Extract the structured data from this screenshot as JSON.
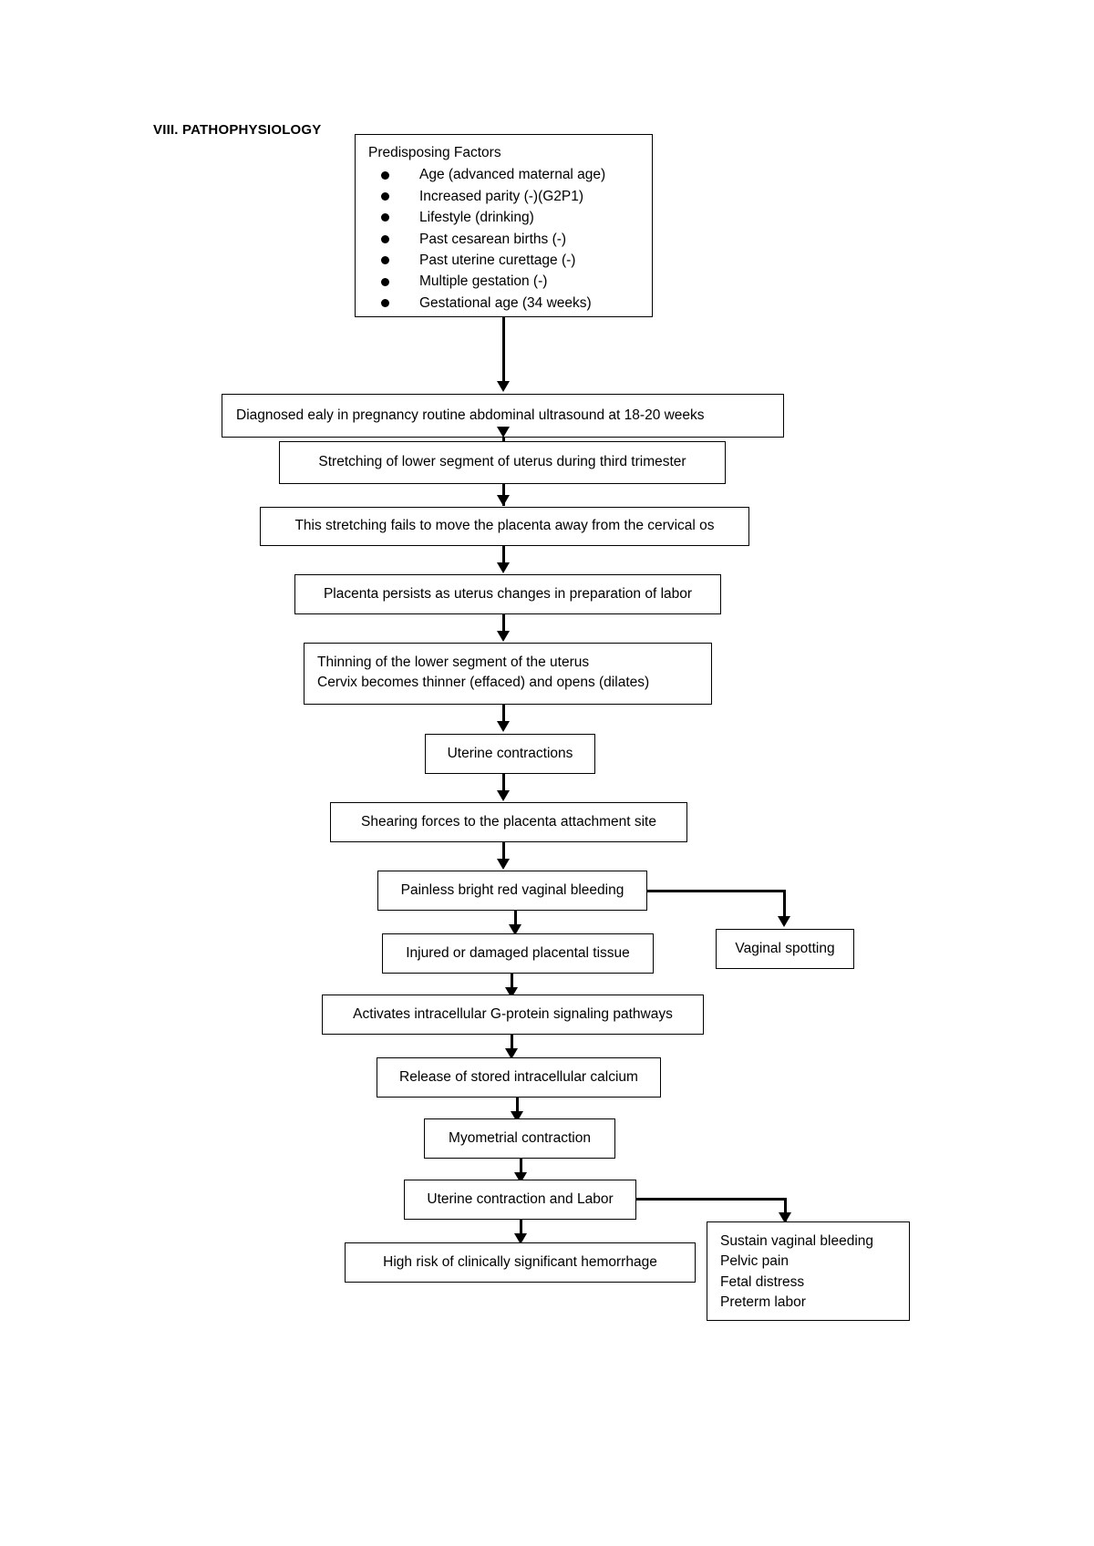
{
  "document": {
    "section_heading": "VIII. PATHOPHYSIOLOGY"
  },
  "flowchart": {
    "type": "flowchart",
    "orientation": "top-to-bottom",
    "nodes": [
      {
        "id": "predisposing-factors",
        "title": "Predisposing Factors",
        "items": [
          "Age (advanced maternal age)",
          "Increased parity (-)(G2P1)",
          "Lifestyle (drinking)",
          "Past cesarean births (-)",
          "Past uterine curettage (-)",
          "Multiple gestation (-)",
          "Gestational age (34 weeks)"
        ]
      },
      {
        "id": "diagnosed",
        "text": "Diagnosed ealy in pregnancy routine abdominal ultrasound at 18-20 weeks"
      },
      {
        "id": "stretching",
        "text": "Stretching of lower segment of uterus during third trimester"
      },
      {
        "id": "fails-to-move",
        "text": "This stretching fails to move the placenta away from the cervical os"
      },
      {
        "id": "placenta-persists",
        "text": "Placenta persists as uterus changes in preparation of labor"
      },
      {
        "id": "thinning",
        "line1": "Thinning of the lower segment of the uterus",
        "line2": "Cervix becomes thinner (effaced) and opens (dilates)"
      },
      {
        "id": "uterine-contractions",
        "text": "Uterine contractions"
      },
      {
        "id": "shearing-forces",
        "text": "Shearing forces to the placenta attachment site"
      },
      {
        "id": "painless-bleeding",
        "text": "Painless bright red vaginal bleeding"
      },
      {
        "id": "vaginal-spotting",
        "text": "Vaginal spotting"
      },
      {
        "id": "injured-tissue",
        "text": "Injured or damaged placental tissue"
      },
      {
        "id": "g-protein",
        "text": "Activates intracellular G-protein signaling pathways"
      },
      {
        "id": "calcium-release",
        "text": "Release of stored intracellular calcium"
      },
      {
        "id": "myometrial-contraction",
        "text": "Myometrial contraction"
      },
      {
        "id": "uterine-contraction-labor",
        "text": "Uterine contraction and Labor"
      },
      {
        "id": "hemorrhage-risk",
        "text": "High risk of clinically significant hemorrhage"
      },
      {
        "id": "complications",
        "lines": [
          "Sustain vaginal bleeding",
          "Pelvic pain",
          "Fetal distress",
          "Preterm labor"
        ]
      }
    ],
    "edges": [
      {
        "from": "predisposing-factors",
        "to": "diagnosed"
      },
      {
        "from": "diagnosed",
        "to": "stretching"
      },
      {
        "from": "stretching",
        "to": "fails-to-move"
      },
      {
        "from": "fails-to-move",
        "to": "placenta-persists"
      },
      {
        "from": "placenta-persists",
        "to": "thinning"
      },
      {
        "from": "thinning",
        "to": "uterine-contractions"
      },
      {
        "from": "uterine-contractions",
        "to": "shearing-forces"
      },
      {
        "from": "shearing-forces",
        "to": "painless-bleeding"
      },
      {
        "from": "painless-bleeding",
        "to": "vaginal-spotting"
      },
      {
        "from": "painless-bleeding",
        "to": "injured-tissue"
      },
      {
        "from": "injured-tissue",
        "to": "g-protein"
      },
      {
        "from": "g-protein",
        "to": "calcium-release"
      },
      {
        "from": "calcium-release",
        "to": "myometrial-contraction"
      },
      {
        "from": "myometrial-contraction",
        "to": "uterine-contraction-labor"
      },
      {
        "from": "uterine-contraction-labor",
        "to": "hemorrhage-risk"
      },
      {
        "from": "uterine-contraction-labor",
        "to": "complications"
      }
    ],
    "colors": {
      "border": "#000000",
      "text": "#000000",
      "background": "#ffffff"
    }
  }
}
